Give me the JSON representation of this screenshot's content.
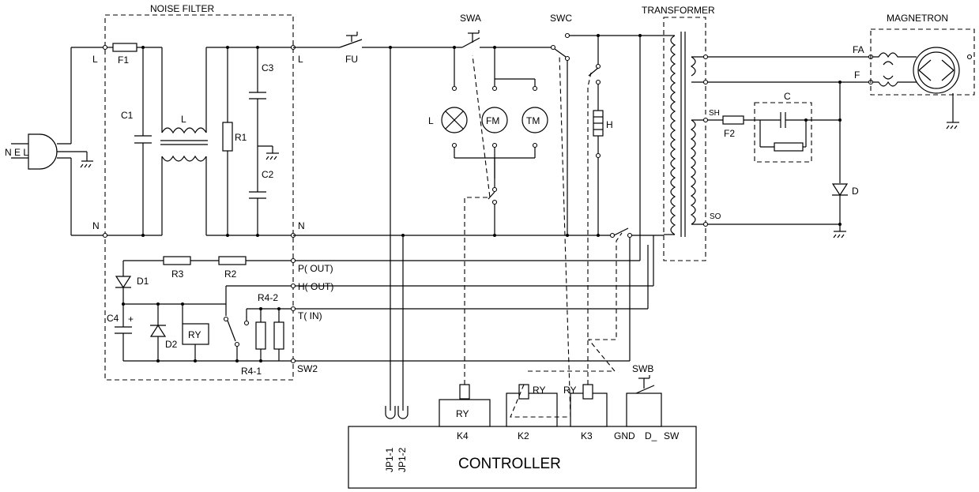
{
  "labels": {
    "noise_filter": "NOISE FILTER",
    "l_in": "L",
    "n_in": "N",
    "l_out": "L",
    "n_out": "N",
    "f1": "F1",
    "c1": "C1",
    "inductor": "L",
    "c3": "C3",
    "c2": "C2",
    "r1": "R1",
    "fu": "FU",
    "swa": "SWA",
    "swc": "SWC",
    "transformer": "TRANSFORMER",
    "magnetron": "MAGNETRON",
    "lamp": "L",
    "fm": "FM",
    "tm": "TM",
    "heater": "H",
    "fa": "FA",
    "f": "F",
    "sh": "SH",
    "so": "SO",
    "f2": "F2",
    "cap_c": "C",
    "diode_d": "D",
    "plug": "N E L",
    "p_out": "P( OUT)",
    "h_out": "H( OUT)",
    "t_in": "T( IN)",
    "sw2": "SW2",
    "r3": "R3",
    "r2": "R2",
    "r4_2": "R4-2",
    "r4_1": "R4-1",
    "d1": "D1",
    "d2": "D2",
    "c4": "C4",
    "plus": "+",
    "ry": "RY",
    "swb": "SWB",
    "k4": "K4",
    "k2": "K2",
    "k3": "K3",
    "gnd": "GND",
    "d_": "D_",
    "sw": "SW",
    "jp1_1": "JP1-1",
    "jp1_2": "JP1-2",
    "controller": "CONTROLLER"
  }
}
